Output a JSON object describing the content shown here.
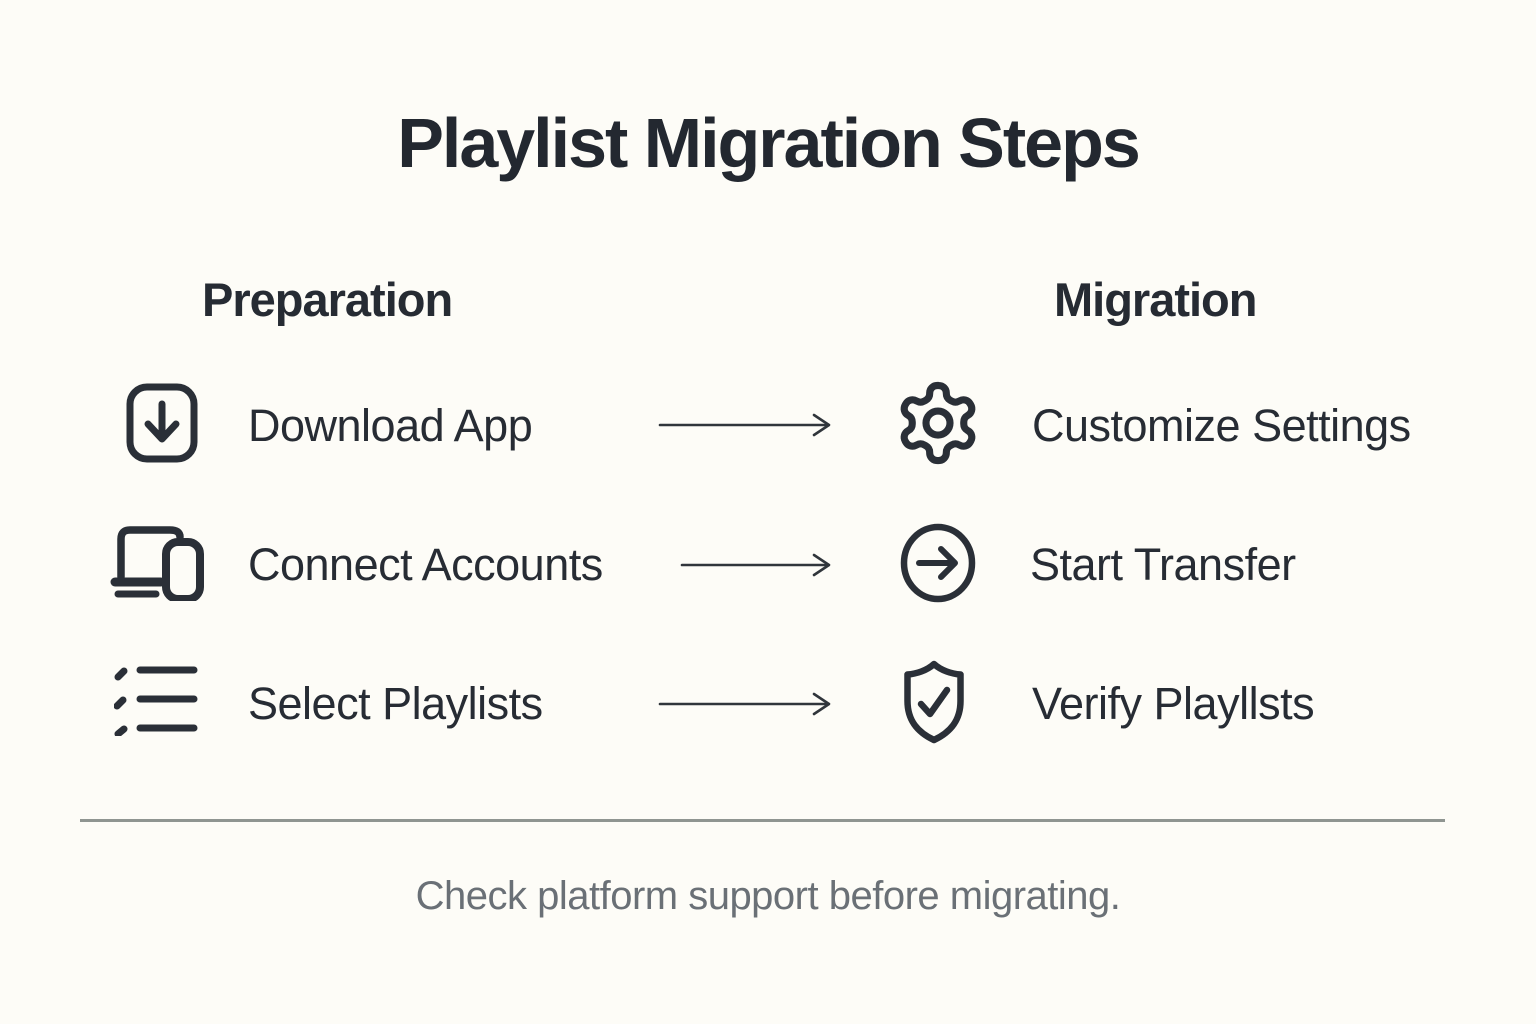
{
  "title": "Playlist Migration Steps",
  "columns": {
    "left": {
      "header": "Preparation"
    },
    "right": {
      "header": "Migration"
    }
  },
  "rows": [
    {
      "left": {
        "icon": "download-icon",
        "label": "Download App"
      },
      "right": {
        "icon": "gear-icon",
        "label": "Customize Settings"
      }
    },
    {
      "left": {
        "icon": "devices-icon",
        "label": "Connect Accounts"
      },
      "right": {
        "icon": "arrow-right-circle-icon",
        "label": "Start Transfer"
      }
    },
    {
      "left": {
        "icon": "checklist-icon",
        "label": "Select Playlists"
      },
      "right": {
        "icon": "shield-check-icon",
        "label": "Verify Playllsts"
      }
    }
  ],
  "footer": {
    "note": "Check platform support before migrating."
  },
  "colors": {
    "background": "#FDFCF7",
    "text": "#272C34",
    "muted": "#6A7076",
    "divider": "#8F9591"
  }
}
